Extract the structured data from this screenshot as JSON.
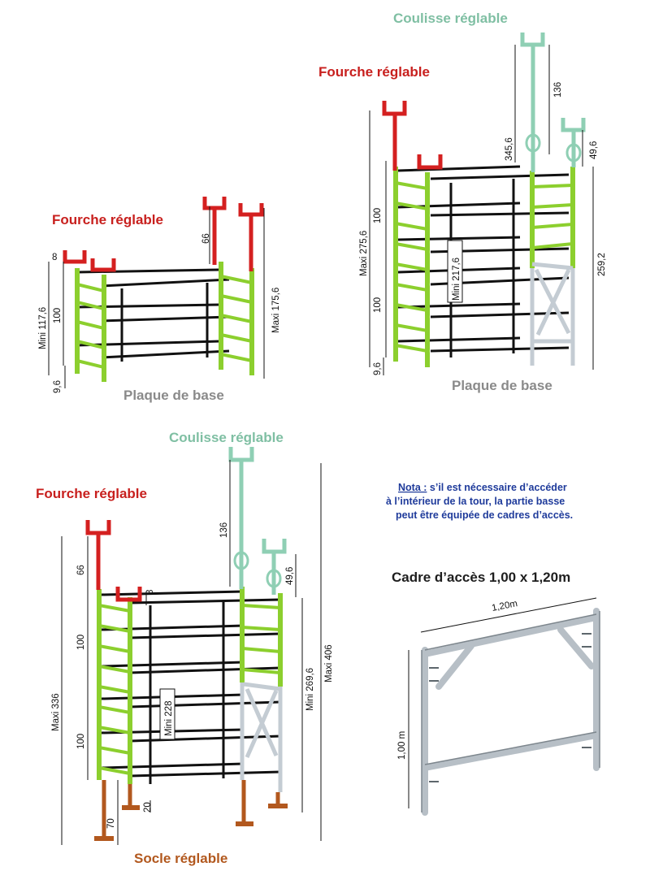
{
  "labels": {
    "fourche": "Fourche réglable",
    "coulisse": "Coulisse réglable",
    "plaque": "Plaque de base",
    "socle": "Socle réglable"
  },
  "diagram1": {
    "d8": "8",
    "d66": "66",
    "mini": "Mini 117,6",
    "d100": "100",
    "d96": "9,6",
    "maxi": "Maxi 175,6"
  },
  "diagram2": {
    "maxi": "Maxi 275,6",
    "d100a": "100",
    "d100b": "100",
    "d96": "9,6",
    "mini": "Mini 217,6",
    "d3456": "345,6",
    "d136": "136",
    "d496": "49,6",
    "d2592": "259,2"
  },
  "diagram3": {
    "maxi336": "Maxi 336",
    "d66": "66",
    "d100a": "100",
    "d100b": "100",
    "d70": "70",
    "d20": "20",
    "d8": "8",
    "mini228": "Mini 228",
    "d136": "136",
    "d496": "49,6",
    "mini2696": "Mini 269,6",
    "maxi406": "Maxi 406"
  },
  "note": {
    "title": "Nota :",
    "line1": " s’il est nécessaire d’accéder",
    "line2": "à l’intérieur de la tour, la partie basse",
    "line3": "peut être équipée de cadres d’accès."
  },
  "cadre": {
    "title": "Cadre d’accès 1,00 x 1,20m",
    "width": "1,20m",
    "height": "1,00 m"
  },
  "colors": {
    "red": "#c8201e",
    "teal": "#7fbfa3",
    "green": "#8ccf2e",
    "gray": "#8a8a8a",
    "brown": "#b2581e",
    "blue": "#1f3b9b"
  }
}
